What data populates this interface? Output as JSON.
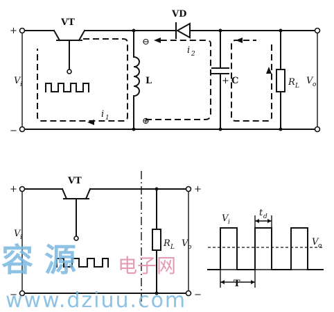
{
  "top_circuit": {
    "label_transistor": "VT",
    "label_diode": "VD",
    "label_inductor": "L",
    "label_capacitor": "C",
    "label_resistor_main": "R",
    "label_resistor_sub": "L",
    "label_vin_main": "V",
    "label_vin_sub": "i",
    "label_vout_main": "V",
    "label_vout_sub": "o",
    "label_i1_main": "i",
    "label_i1_sub": "1",
    "label_i2_main": "i",
    "label_i2_sub": "2",
    "sym_plus": "+",
    "sym_minus": "−",
    "sym_cap_plus": "+",
    "sym_neg_circle": "⊖",
    "sym_pos_circle": "⊕"
  },
  "bottom_circuit": {
    "label_transistor": "VT",
    "label_resistor_main": "R",
    "label_resistor_sub": "L",
    "label_vin_main": "V",
    "label_vin_sub": "i",
    "label_vout_main": "V",
    "label_vout_sub": "o",
    "sym_plus": "+",
    "sym_minus": "−"
  },
  "waveform": {
    "label_vi_main": "V",
    "label_vi_sub": "i",
    "label_td_main": "t",
    "label_td_sub": "d",
    "label_vo_main": "V",
    "label_vo_sub": "o",
    "label_period": "T"
  },
  "watermark": {
    "brand_cn": "容 源",
    "brand_cn2": "电子网",
    "url": "www.dziuu.com"
  }
}
